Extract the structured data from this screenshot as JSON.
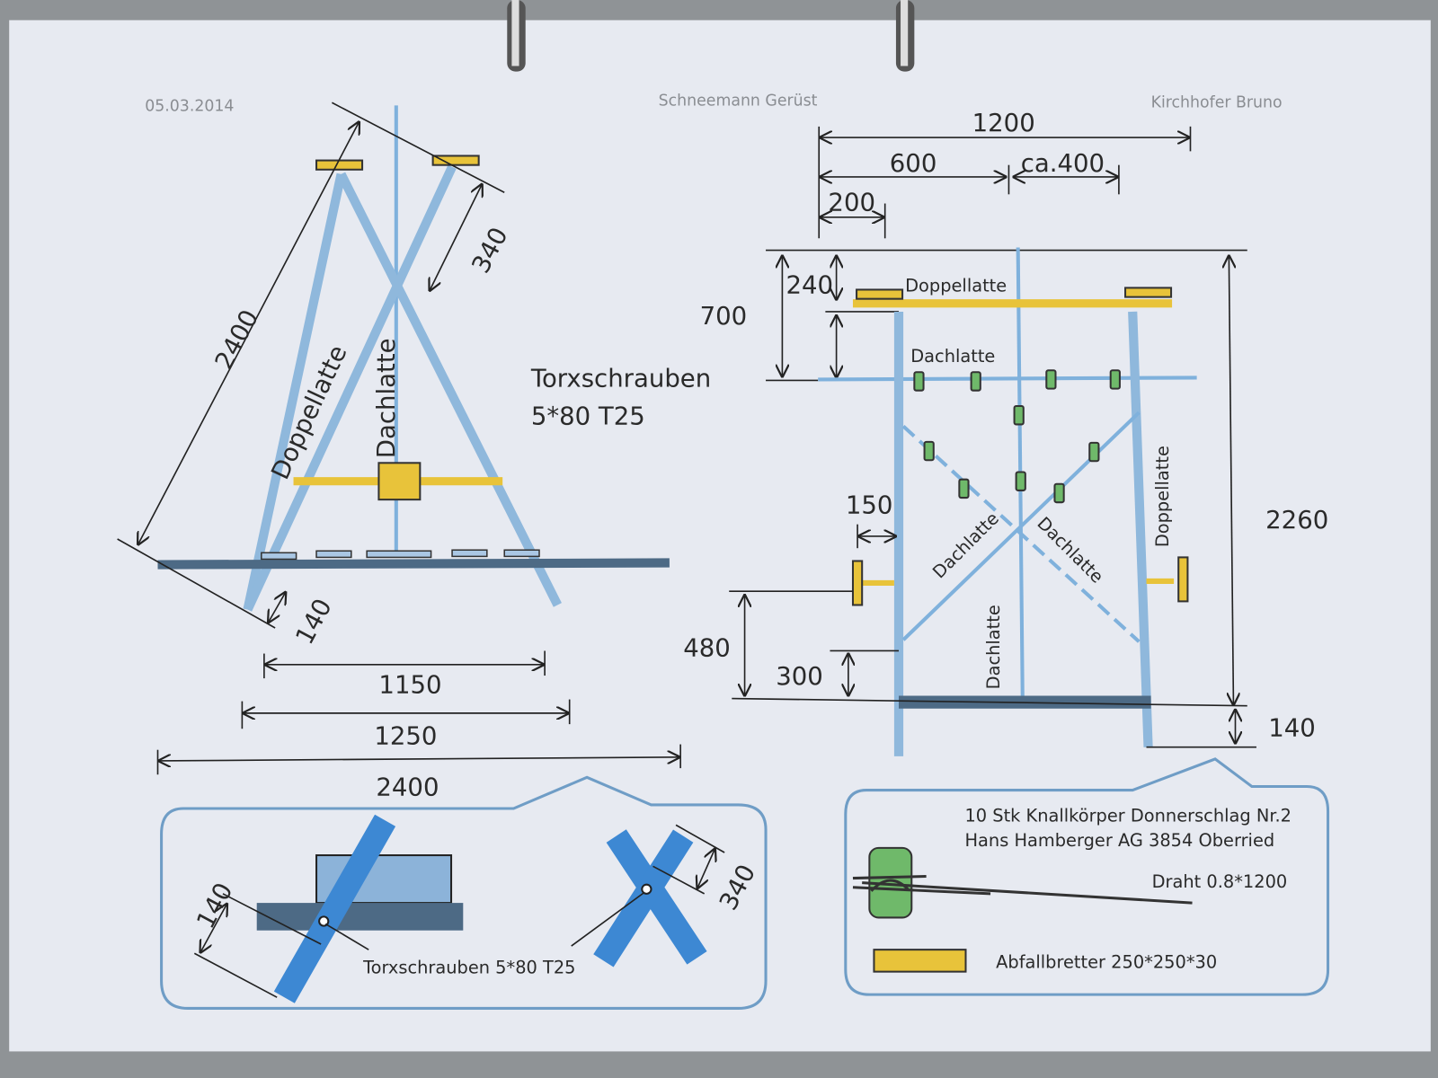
{
  "header": {
    "date": "05.03.2014",
    "title": "Schneemann Gerüst",
    "author": "Kirchhofer Bruno"
  },
  "left_view": {
    "labels": {
      "doppellatte": "Doppellatte",
      "dachlatte": "Dachlatte"
    },
    "dims": {
      "d2400_diag": "2400",
      "d340": "340",
      "d140": "140",
      "d1150": "1150",
      "d1250": "1250",
      "d2400": "2400"
    },
    "screws": [
      "Torxschrauben",
      "5*80 T25"
    ]
  },
  "right_view": {
    "dims": {
      "d1200": "1200",
      "d600": "600",
      "d400": "ca.400",
      "d200": "200",
      "d240": "240",
      "d700": "700",
      "d150": "150",
      "d480": "480",
      "d300": "300",
      "d2260": "2260",
      "d140": "140"
    },
    "labels": {
      "doppellatte_top": "Doppellatte",
      "dachlatte_top": "Dachlatte",
      "dachlatte_diag1": "Dachlatte",
      "dachlatte_diag2": "Dachlatte",
      "dachlatte_center": "Dachlatte",
      "doppellatte_right": "Doppellatte"
    }
  },
  "detail_box": {
    "d140": "140",
    "d340": "340",
    "screws": "Torxschrauben 5*80 T25"
  },
  "legend_box": {
    "line1": "10 Stk Knallkörper Donnerschlag Nr.2",
    "line2": "Hans Hamberger AG 3854 Oberried",
    "wire": "Draht 0.8*1200",
    "boards": "Abfallbretter 250*250*30"
  },
  "colors": {
    "paper": "#e7eaf1",
    "blue": "#8fb8dc",
    "yellow": "#e8c33a",
    "green": "#6fb96a",
    "beam": "#4d6a85"
  }
}
